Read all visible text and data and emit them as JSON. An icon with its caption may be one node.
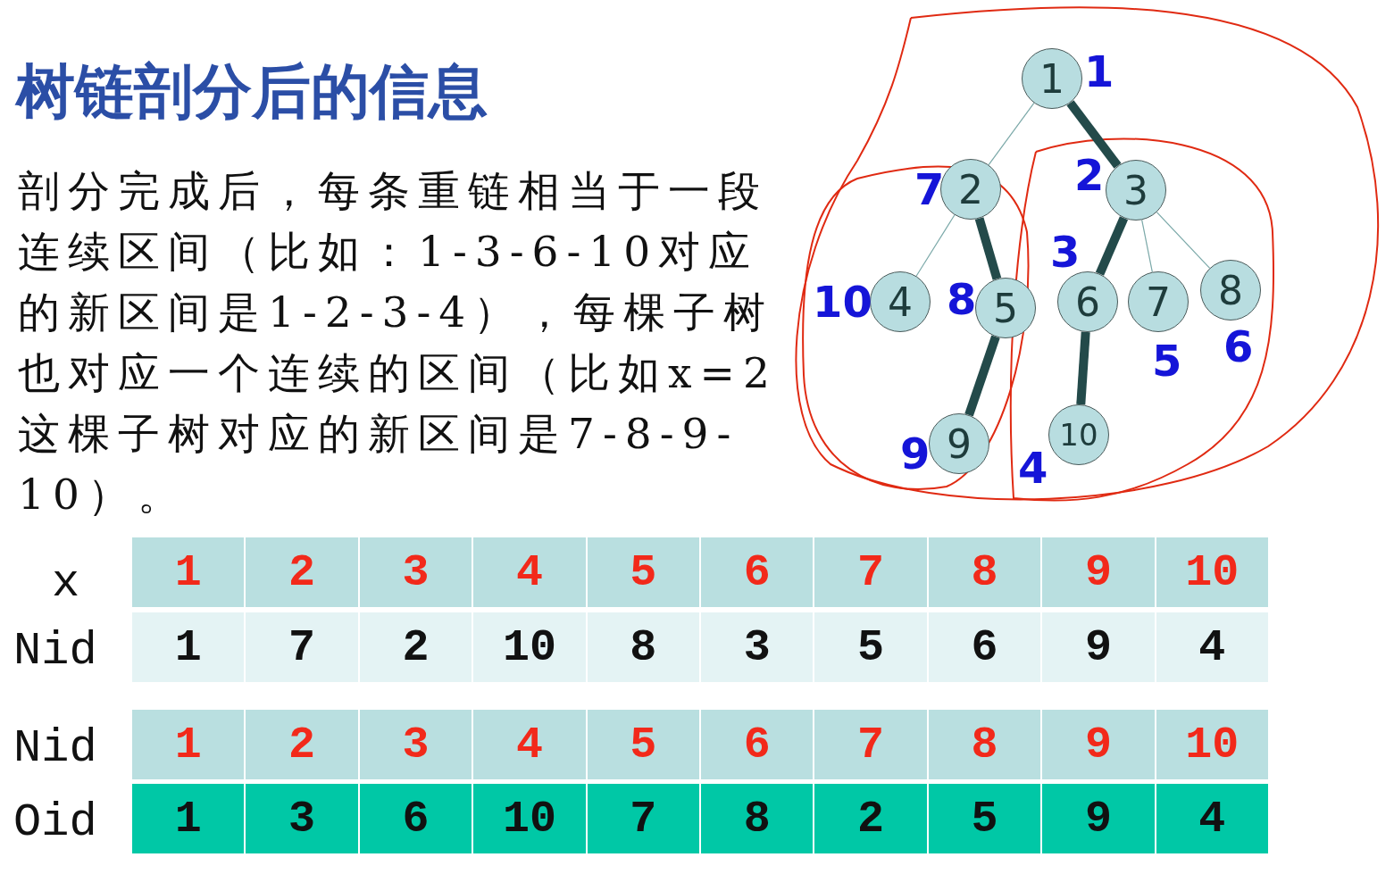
{
  "diagram": {
    "title": "树链剖分后的信息",
    "nodes": [
      {
        "text": [
          "1"
        ],
        "beside": [
          "1"
        ]
      },
      {
        "text": [
          "2"
        ],
        "beside": [
          "7"
        ]
      },
      {
        "text": [
          "3"
        ],
        "beside": [
          "2"
        ]
      },
      {
        "text": [
          "4"
        ],
        "beside": [
          "10"
        ]
      },
      {
        "text": [
          "5"
        ],
        "beside": [
          "8"
        ]
      },
      {
        "text": [
          "6"
        ],
        "beside": [
          "3"
        ]
      },
      {
        "text": [
          "7"
        ],
        "beside": [
          "5"
        ]
      },
      {
        "text": [
          "8"
        ],
        "beside": [
          "6"
        ]
      },
      {
        "text": [
          "9"
        ],
        "beside": [
          "9"
        ]
      },
      {
        "text": [
          "10"
        ],
        "beside": [
          "4"
        ]
      }
    ],
    "edges": [
      {
        "from": 0,
        "to": 1,
        "arrow": "none",
        "color": "#7aa8a8"
      },
      {
        "from": 0,
        "to": 2,
        "arrow": "none"
      },
      {
        "from": 1,
        "to": 3,
        "arrow": "none",
        "color": "#7aa8a8"
      },
      {
        "from": 1,
        "to": 4,
        "arrow": "none"
      },
      {
        "from": 2,
        "to": 5,
        "arrow": "none"
      },
      {
        "from": 2,
        "to": 6,
        "arrow": "none",
        "color": "#7aa8a8"
      },
      {
        "from": 2,
        "to": 7,
        "arrow": "none",
        "color": "#7aa8a8"
      },
      {
        "from": 4,
        "to": 8,
        "arrow": "none"
      },
      {
        "from": 5,
        "to": 9,
        "arrow": "none"
      }
    ],
    "labels": [
      "剖分完成后，每条重链相当于一段连续区间（比如：1-3-6-10对应的新区间是1-2-3-4），每棵子树也对应一个连续的区间（比如x=2这棵子树对应的新区间是7-8-9-10）。",
      "x",
      "1",
      "2",
      "3",
      "4",
      "5",
      "6",
      "7",
      "8",
      "9",
      "10",
      "Nid",
      "1",
      "7",
      "2",
      "10",
      "8",
      "3",
      "5",
      "6",
      "9",
      "4",
      "Nid",
      "1",
      "2",
      "3",
      "4",
      "5",
      "6",
      "7",
      "8",
      "9",
      "10",
      "Oid",
      "1",
      "3",
      "6",
      "10",
      "7",
      "8",
      "2",
      "5",
      "9",
      "4"
    ]
  }
}
